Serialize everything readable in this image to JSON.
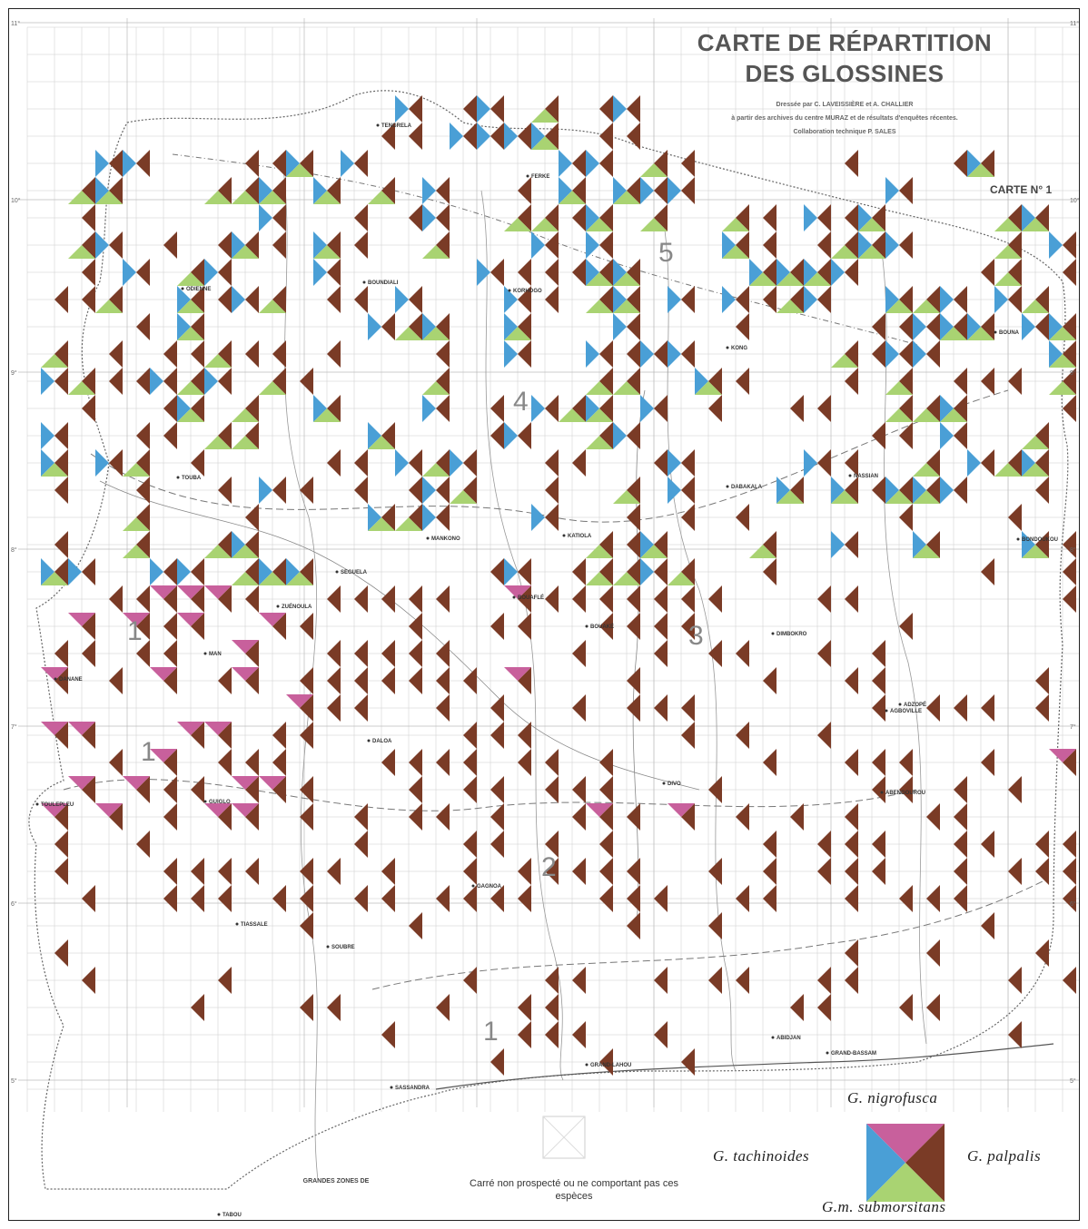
{
  "title": {
    "line1": "CARTE DE RÉPARTITION",
    "line2": "DES GLOSSINES",
    "credit1": "Dressée par C. LAVEISSIÈRE et A. CHALLIER",
    "credit2": "à partir des archives du centre MURAZ et de résultats d'enquêtes récentes.",
    "credit3": "Collaboration technique P. SALES",
    "map_number": "CARTE N° 1"
  },
  "colors": {
    "nigrofusca": "#c8609c",
    "tachinoides": "#4a9fd6",
    "palpalis": "#7a3b26",
    "submorsitans": "#a9d372",
    "grid": "#cccccc",
    "line": "#888888"
  },
  "coordinates": {
    "left": [
      "11°",
      "10°",
      "9°",
      "8°",
      "7°",
      "6°",
      "5°"
    ],
    "right": [
      "11°",
      "10°",
      "9°",
      "8°",
      "7°",
      "6°",
      "5°"
    ]
  },
  "zones": [
    "1",
    "1",
    "1",
    "2",
    "3",
    "4",
    "5"
  ],
  "towns": [
    "TENGRELA",
    "ODIENNE",
    "BOUNDIALI",
    "KORHOGO",
    "FERKE",
    "KONG",
    "BOUNA",
    "TOUBA",
    "SEGUELA",
    "MANKONO",
    "KATIOLA",
    "BONDOUKOU",
    "MAN",
    "DANANE",
    "BOUAKÉ",
    "DIMBOKRO",
    "DALOA",
    "GAGNOA",
    "ABENGOUROU",
    "TOULEPLEU",
    "GUIGLO",
    "SASSANDRA",
    "SOUBRE",
    "ABIDJAN",
    "GRAND-BASSAM",
    "GRAND-LAHOU",
    "TABOU",
    "DIVO",
    "AGBOVILLE",
    "DABAKALA",
    "NASSIAN",
    "TIASSALE",
    "ZUÉNOULA",
    "ADZOPÉ",
    "BOUAFLÉ"
  ],
  "legend": {
    "not_surveyed": "Carré non prospecté ou ne comportant pas ces espèces",
    "nigrofusca": "G. nigrofusca",
    "tachinoides": "G. tachinoides",
    "palpalis": "G. palpalis",
    "submorsitans": "G.m. submorsitans",
    "footer_left": "GRANDES ZONES DE"
  }
}
